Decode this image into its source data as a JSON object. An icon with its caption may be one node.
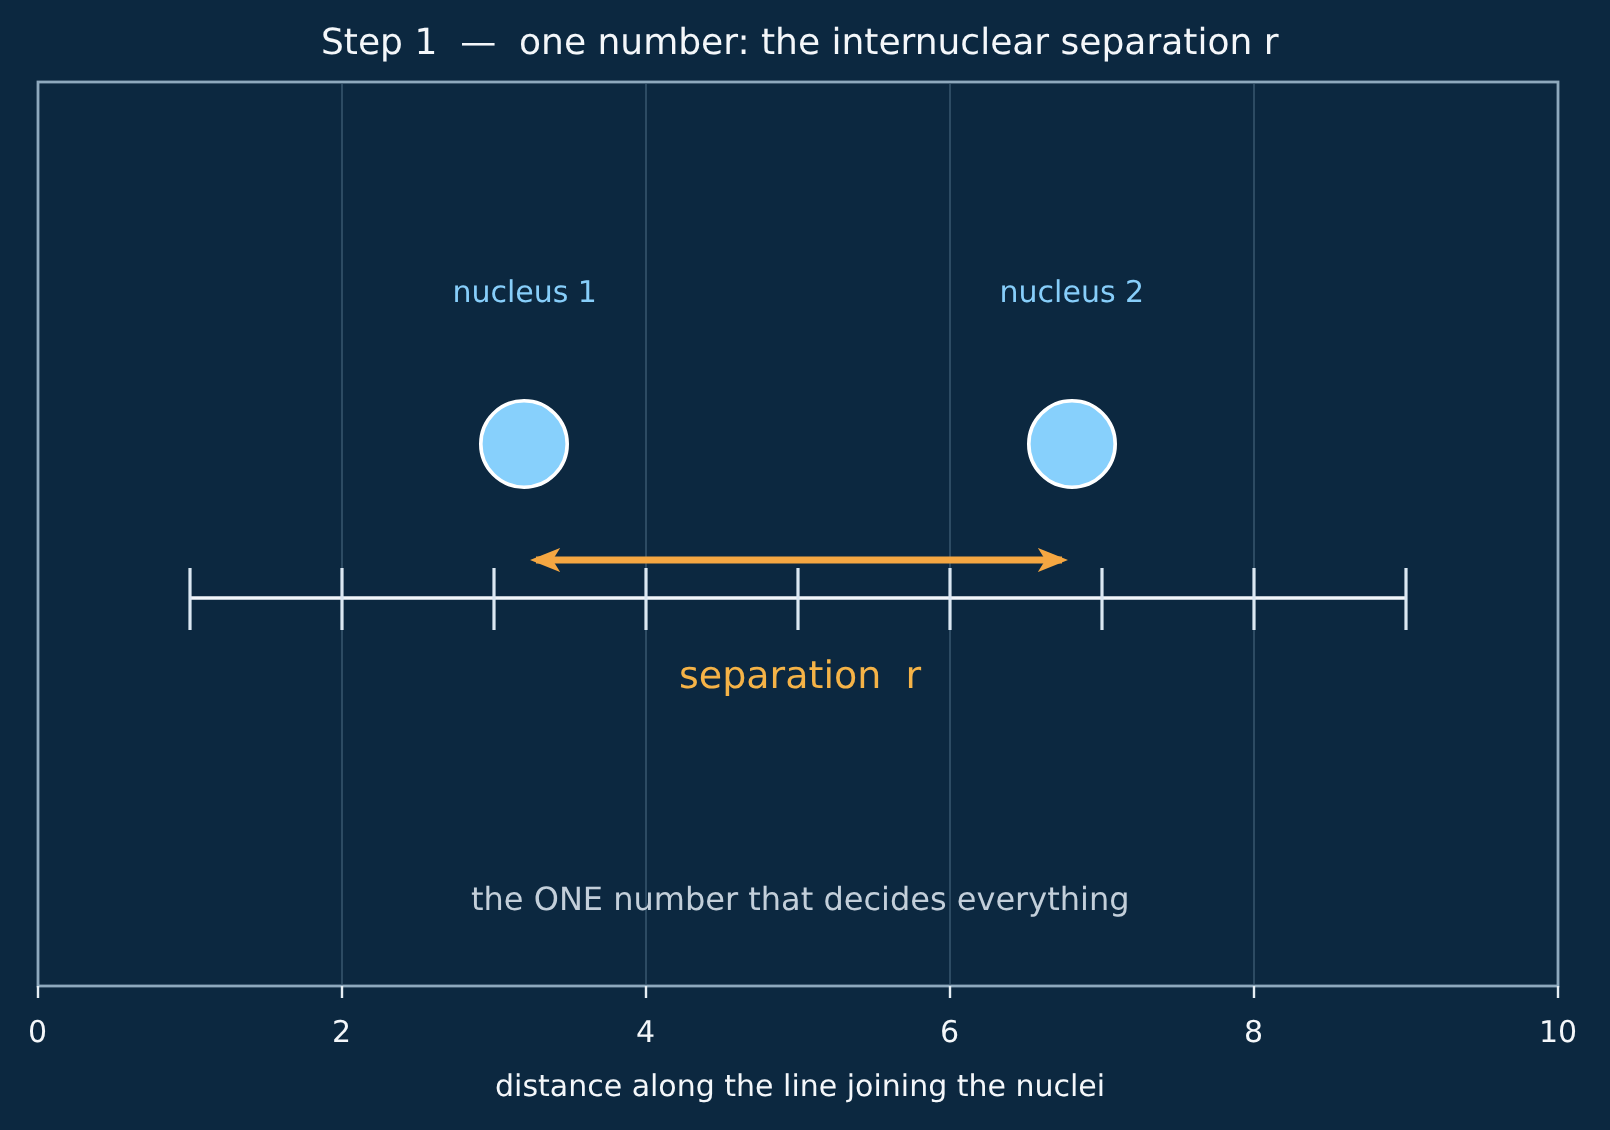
{
  "diagram": {
    "title": "Step 1  —  one number: the internuclear separation r",
    "nodes": [
      {
        "text": [
          "nucleus 1"
        ]
      },
      {
        "text": [
          "nucleus 2"
        ]
      }
    ],
    "labels": [
      "separation  r",
      "the ONE number that decides everything",
      "0",
      "2",
      "4",
      "6",
      "8",
      "10",
      "distance along the line joining the nuclei"
    ]
  }
}
